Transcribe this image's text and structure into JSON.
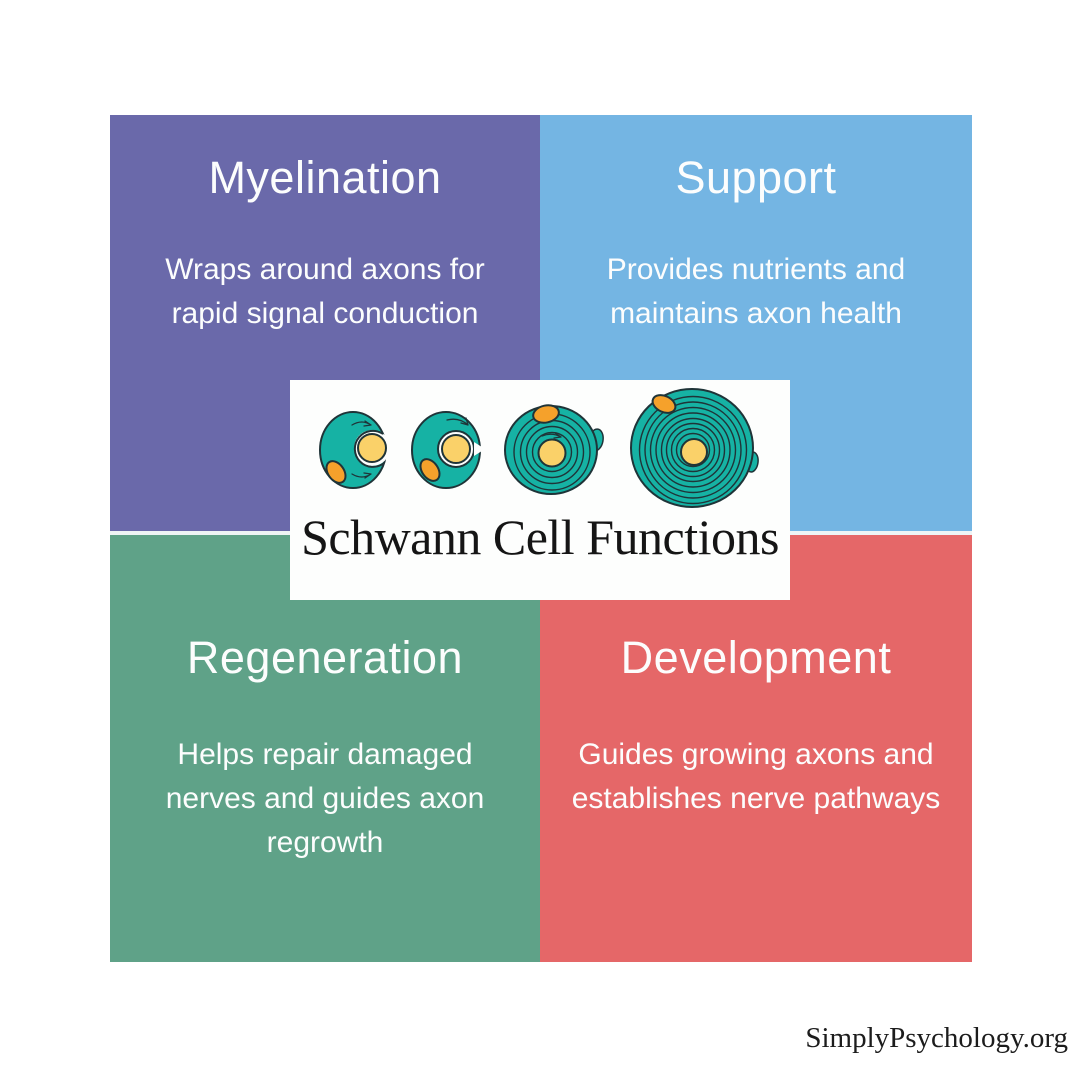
{
  "title_card": {
    "title": "Schwann Cell Functions",
    "illustration": {
      "name": "schwann-cell-myelination-stages",
      "stages": [
        "axon-contact",
        "axon-engulfment",
        "spiral-wrapping",
        "fully-myelinated"
      ],
      "colors": {
        "cell_body": "#16b2a4",
        "axon": "#fad169",
        "nucleus": "#f5a12b",
        "outline": "#1f3438"
      }
    }
  },
  "quadrants": [
    {
      "title": "Myelination",
      "description": "Wraps around axons for rapid signal conduction",
      "color": "#6a69aa"
    },
    {
      "title": "Support",
      "description": "Provides nutrients and maintains axon health",
      "color": "#74b5e3"
    },
    {
      "title": "Regeneration",
      "description": "Helps repair damaged nerves and guides axon regrowth",
      "color": "#5fa288"
    },
    {
      "title": "Development",
      "description": "Guides growing axons and establishes nerve pathways",
      "color": "#e56768"
    }
  ],
  "watermark": "SimplyPsychology.org"
}
